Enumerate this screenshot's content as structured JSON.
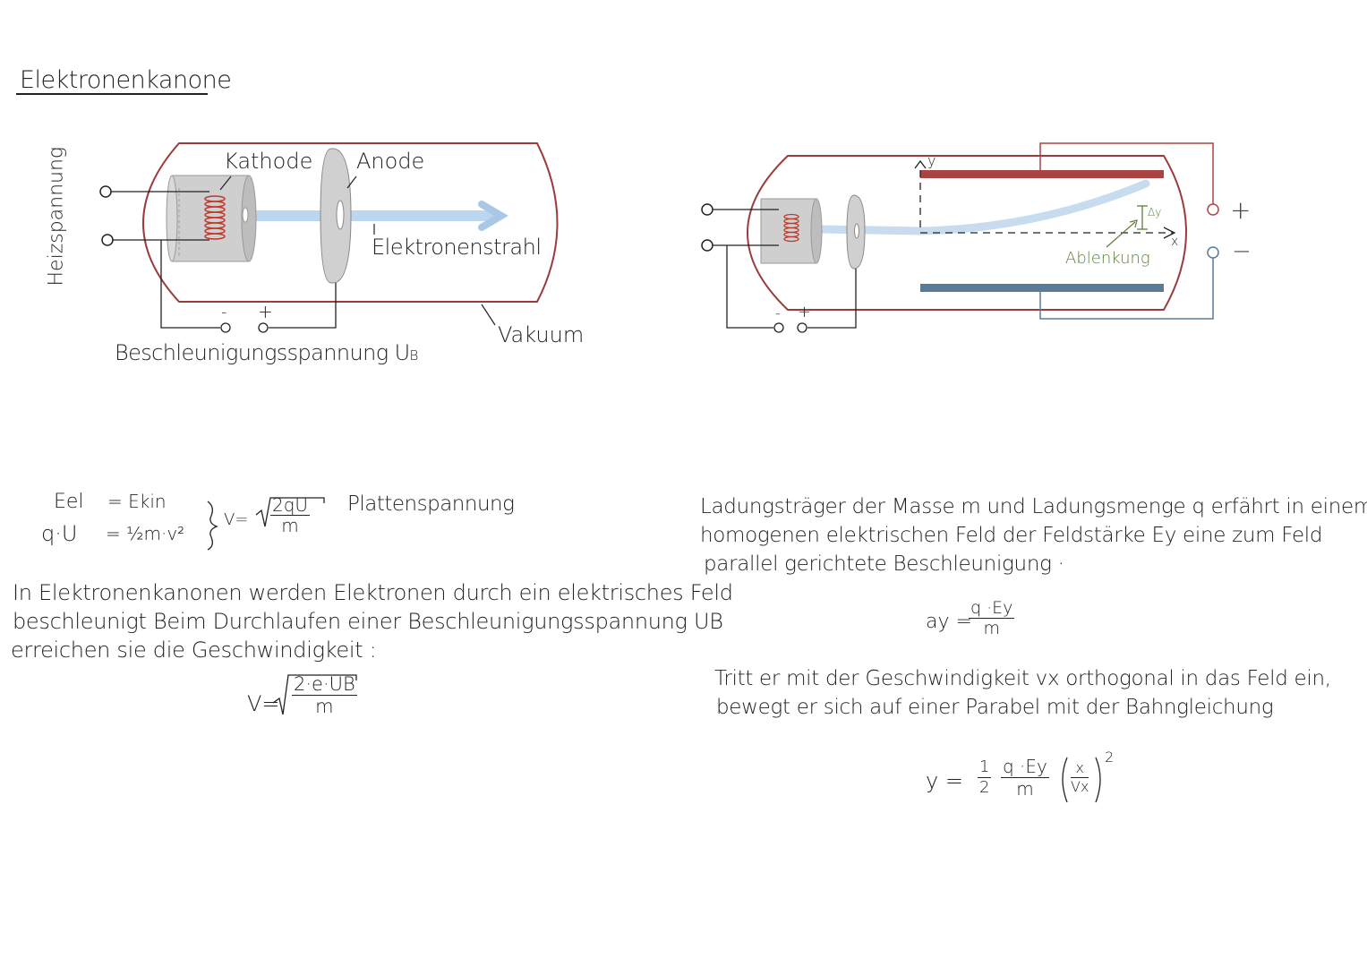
{
  "title": "Elektronenkanone",
  "diagram1": {
    "label_heizspannung": "Heizspannung",
    "label_kathode": "Kathode",
    "label_anode": "Anode",
    "label_elektronenstrahl": "Elektronenstrahl",
    "label_vakuum": "Vakuum",
    "label_minus": "-",
    "label_plus": "+",
    "label_beschleunigung": "Beschleunigungsspannung U",
    "label_beschleunigung_sub": "B",
    "colors": {
      "beam": "#bcd6ef",
      "tube": "#9b3c3c",
      "cathode": "#cfcfcf",
      "coil": "#c0392b"
    }
  },
  "diagram2": {
    "label_y": "y",
    "label_x": "x",
    "label_dy": "Δy",
    "label_ablenkung": "Ablenkung",
    "label_plus": "+",
    "label_minus": "−",
    "label_minus_small": "-",
    "label_plus_small": "+",
    "colors": {
      "plate_top": "#a94442",
      "plate_bottom": "#5a7a9a",
      "ablenkung": "#5b7f3a"
    }
  },
  "formulas_left": {
    "row1_lhs": "Eel",
    "row1_rhs": "= Ekin",
    "row2_lhs": "q·U",
    "row2_rhs": "= ½m·v²",
    "v_prefix": "V=",
    "v_num": "2qU",
    "v_den": "m",
    "plattenspannung": "Plattenspannung"
  },
  "paragraph_left": [
    "In Elektronenkanonen werden Elektronen durch ein elektrisches Feld",
    "beschleunigt Beim Durchlaufen einer Beschleunigungsspannung UB",
    "erreichen sie die Geschwindigkeit :"
  ],
  "formula_v": {
    "prefix": "V=",
    "num": "2·e·UB",
    "den": "m"
  },
  "paragraph_right1": [
    "Ladungsträger der Masse m und Ladungsmenge q erfährt in einem",
    "homogenen elektrischen Feld der Feldstärke Ey eine zum Feld",
    "parallel gerichtete Beschleunigung ·"
  ],
  "formula_ay": {
    "lhs": "ay =",
    "num": "q ·Ey",
    "den": "m"
  },
  "paragraph_right2": [
    "Tritt er mit der Geschwindigkeit vx orthogonal in das Feld ein,",
    "bewegt er sich auf einer Parabel mit der Bahngleichung"
  ],
  "formula_y": {
    "lhs": "y =",
    "half_num": "1",
    "half_den": "2",
    "q_num": "q ·Ey",
    "q_den": "m",
    "x_num": "x",
    "x_den": "Vx",
    "exp": "2"
  }
}
